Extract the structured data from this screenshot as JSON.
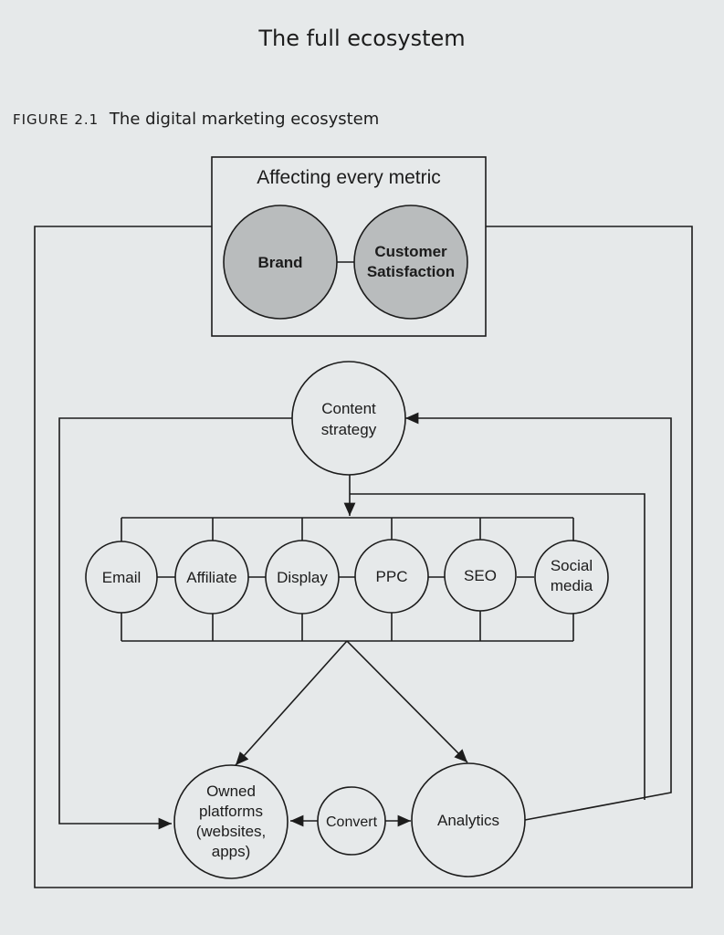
{
  "page": {
    "header": "The full ecosystem",
    "figure_label": "FIGURE 2.1",
    "figure_title": "The digital marketing ecosystem"
  },
  "diagram": {
    "top_box": {
      "title": "Affecting every metric",
      "left_circle": "Brand",
      "right_circle_line1": "Customer",
      "right_circle_line2": "Satisfaction"
    },
    "content_strategy": {
      "line1": "Content",
      "line2": "strategy"
    },
    "channels": {
      "email": "Email",
      "affiliate": "Affiliate",
      "display": "Display",
      "ppc": "PPC",
      "seo": "SEO",
      "social_line1": "Social",
      "social_line2": "media"
    },
    "owned": {
      "line1": "Owned",
      "line2": "platforms",
      "line3": "(websites,",
      "line4": "apps)"
    },
    "convert": "Convert",
    "analytics": "Analytics"
  },
  "colors": {
    "background": "#e6e9ea",
    "stroke": "#1c1c1c",
    "shaded_circle": "#b9bcbd"
  }
}
